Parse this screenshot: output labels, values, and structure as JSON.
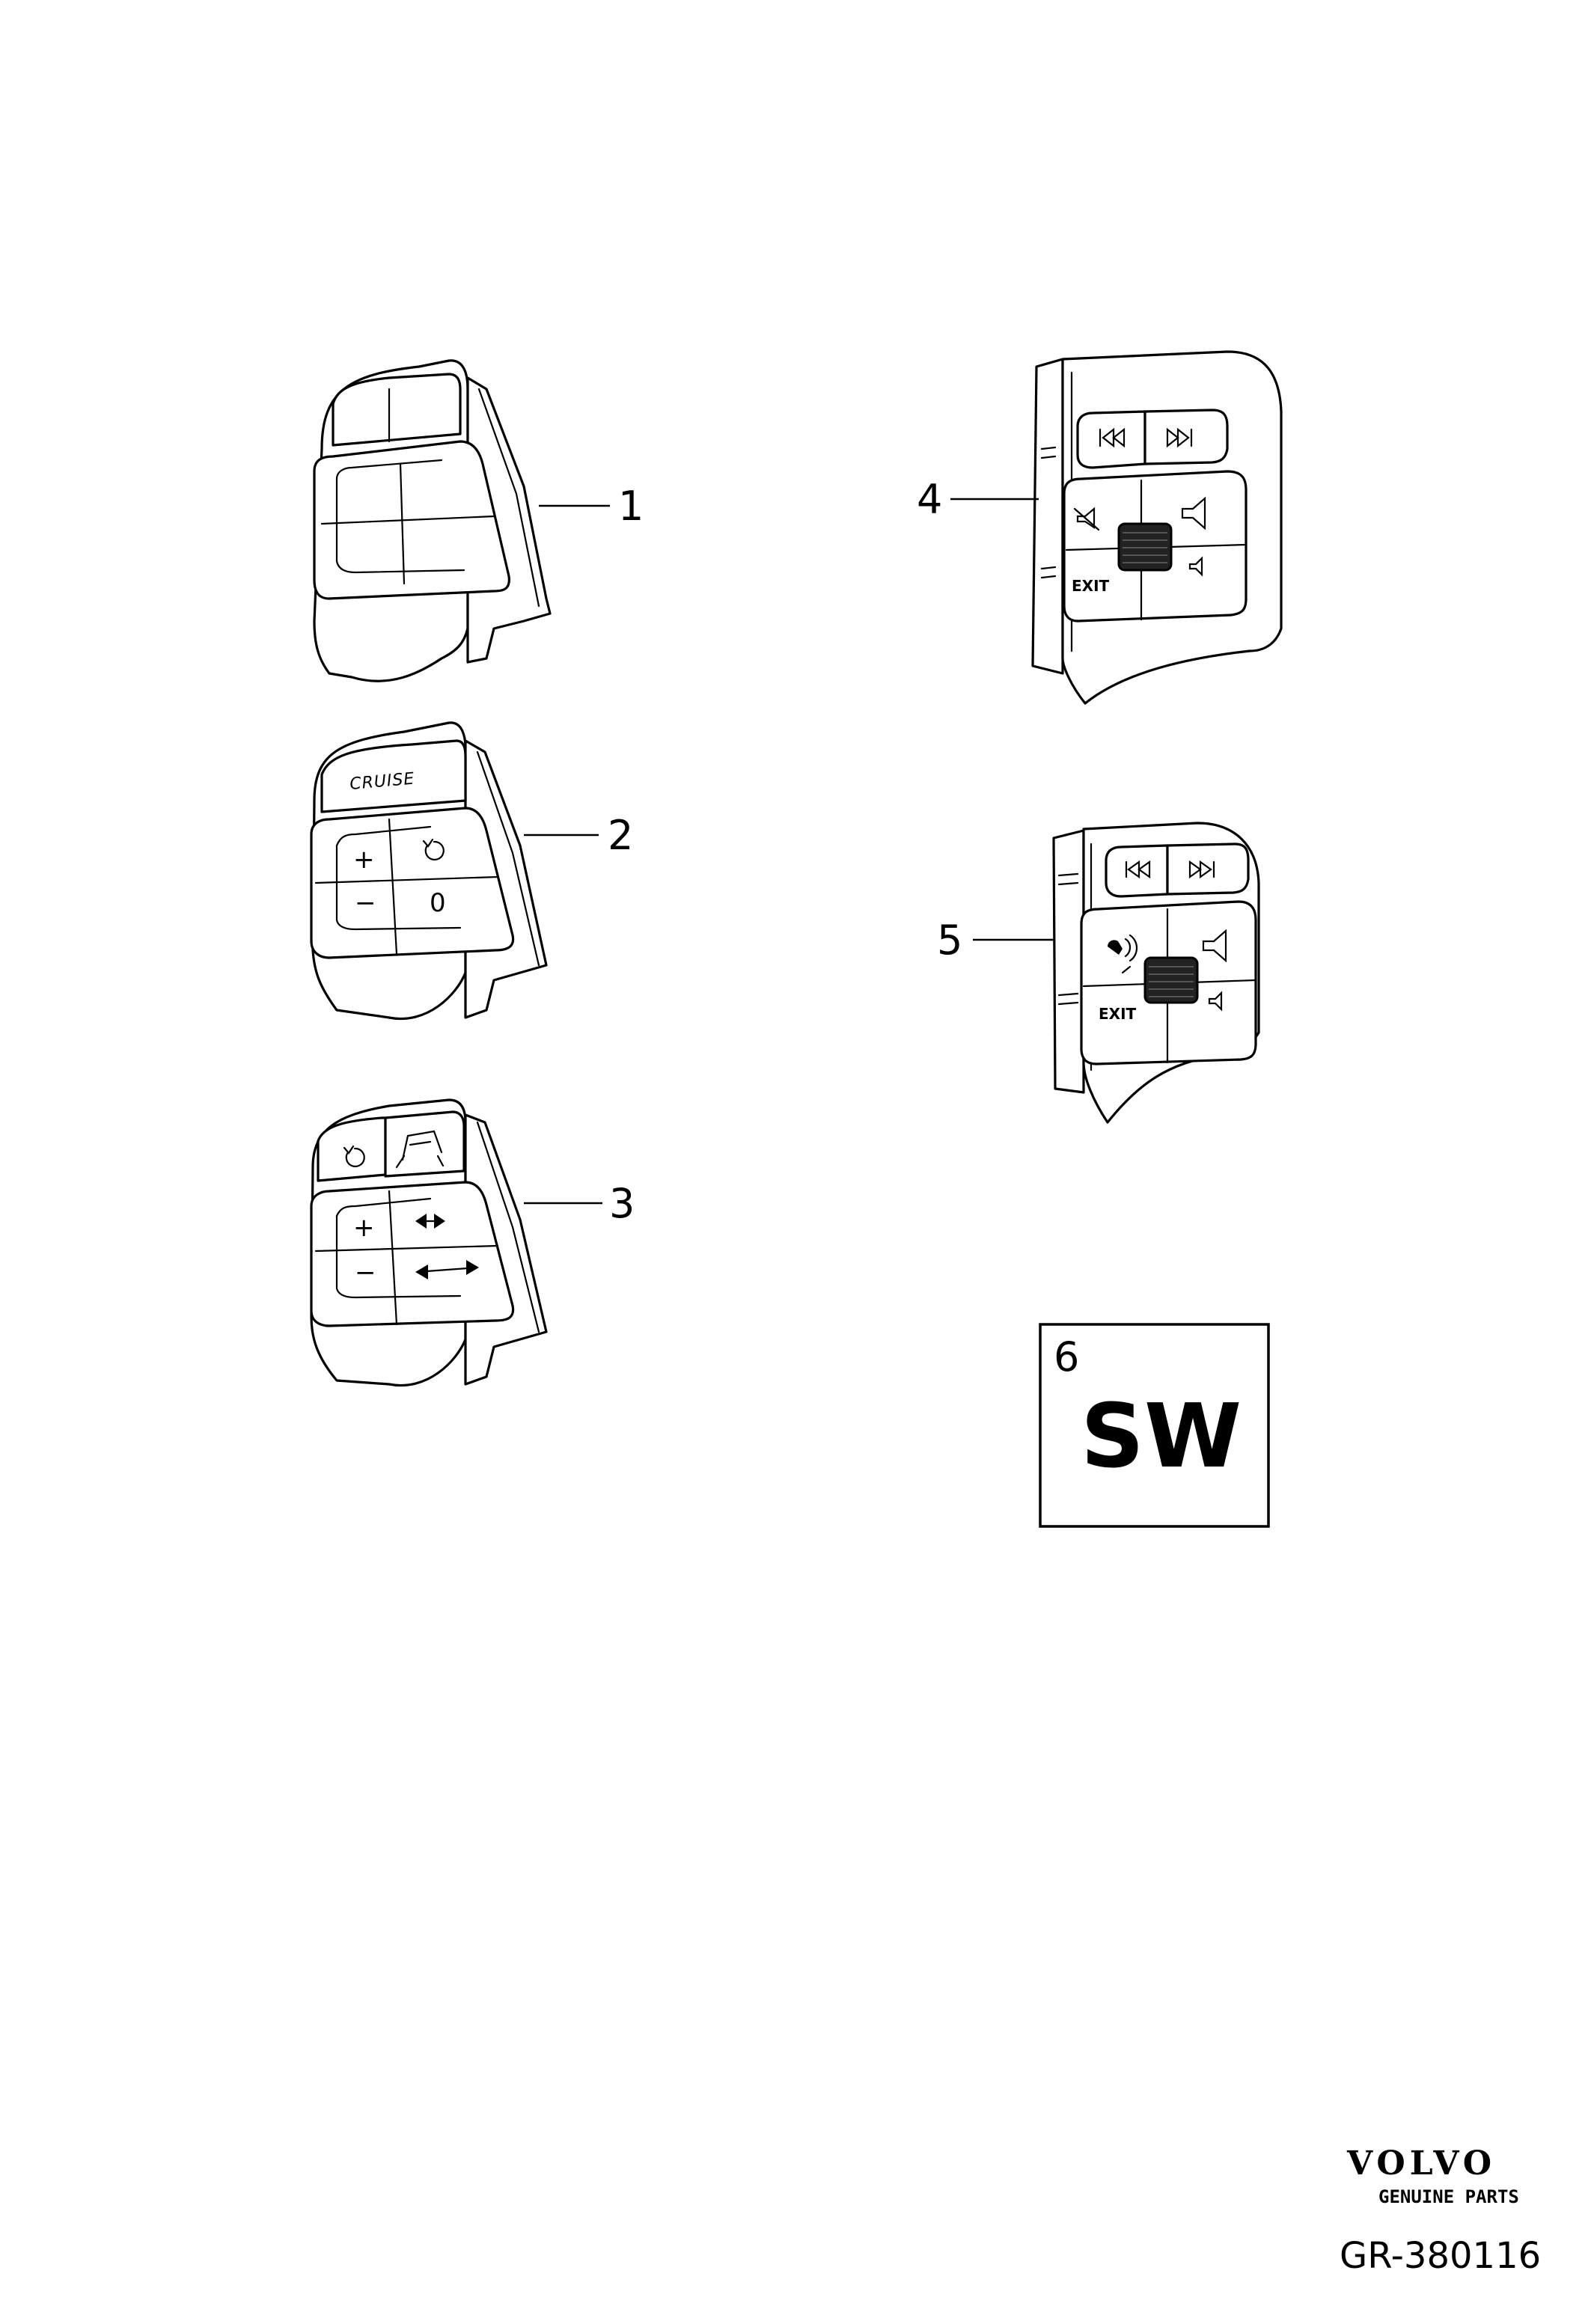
{
  "parts": [
    {
      "callout": "1",
      "labels": []
    },
    {
      "callout": "2",
      "labels": [
        "CRUISE",
        "+",
        "−",
        "0"
      ]
    },
    {
      "callout": "3",
      "labels": [
        "+",
        "−"
      ]
    },
    {
      "callout": "4",
      "labels": [
        "EXIT"
      ]
    },
    {
      "callout": "5",
      "labels": [
        "EXIT"
      ]
    },
    {
      "callout": "6",
      "labels": [
        "SW"
      ]
    }
  ],
  "brand": {
    "name": "VOLVO",
    "tagline": "GENUINE PARTS"
  },
  "reference": "GR-380116",
  "icons": [
    "restore-icon",
    "distance-car-icon",
    "double-arrow-icon",
    "previous-track-icon",
    "next-track-icon",
    "mute-icon",
    "volume-up-icon",
    "volume-down-icon",
    "voice-control-icon",
    "thumbwheel-icon"
  ]
}
